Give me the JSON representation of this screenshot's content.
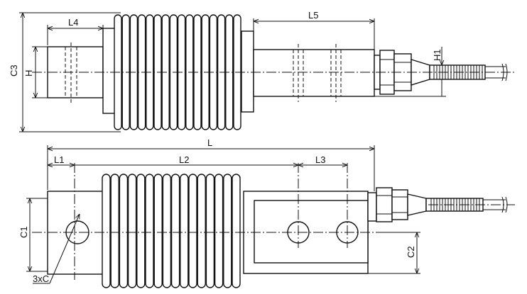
{
  "top_view": {
    "labels": {
      "l4": "L4",
      "l5": "L5",
      "c3": "C3",
      "h": "H",
      "h1": "H1"
    }
  },
  "front_view": {
    "labels": {
      "l": "L",
      "l1": "L1",
      "l2": "L2",
      "l3": "L3",
      "c1": "C1",
      "c2": "C2",
      "hole_callout": "3xC"
    }
  }
}
